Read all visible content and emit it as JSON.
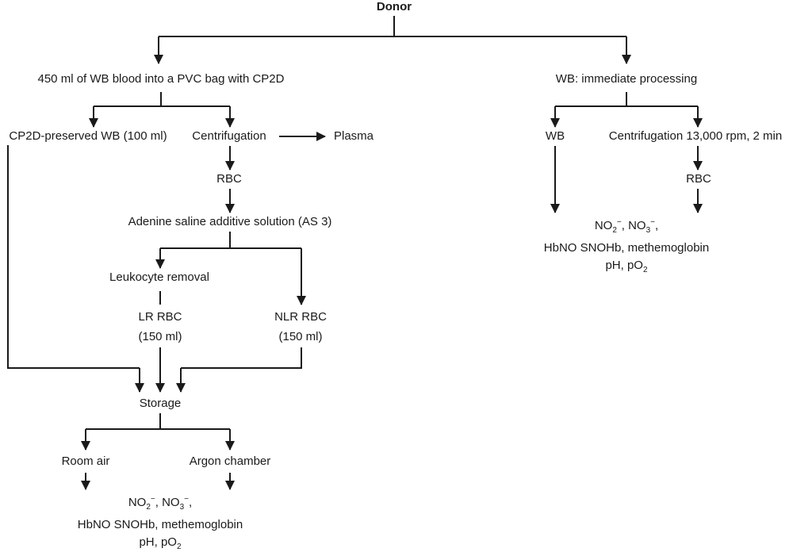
{
  "top": {
    "donor": "Donor"
  },
  "left": {
    "collection": "450 ml of WB blood into a PVC bag with CP2D",
    "preserved_wb": "CP2D-preserved WB (100 ml)",
    "centrifugation": "Centrifugation",
    "plasma": "Plasma",
    "rbc": "RBC",
    "additive": "Adenine saline additive solution (AS 3)",
    "leuko_removal": "Leukocyte removal",
    "lr_rbc": "LR RBC",
    "lr_rbc_vol": "(150 ml)",
    "nlr_rbc": "NLR RBC",
    "nlr_rbc_vol": "(150 ml)",
    "storage": "Storage",
    "room_air": "Room air",
    "argon": "Argon chamber"
  },
  "right": {
    "immediate": "WB: immediate processing",
    "wb": "WB",
    "centrifugation": "Centrifugation 13,000 rpm, 2 min",
    "rbc": "RBC"
  },
  "measurements": {
    "no2": "NO",
    "no2_sub": "2",
    "no2_sup": "−",
    "sep": ", ",
    "no3": "NO",
    "no3_sub": "3",
    "no3_sup": "−",
    "no3_tail": ",",
    "hb_line": "HbNO SNOHb, methemoglobin",
    "ph": "pH, pO",
    "ph_sub": "2"
  }
}
